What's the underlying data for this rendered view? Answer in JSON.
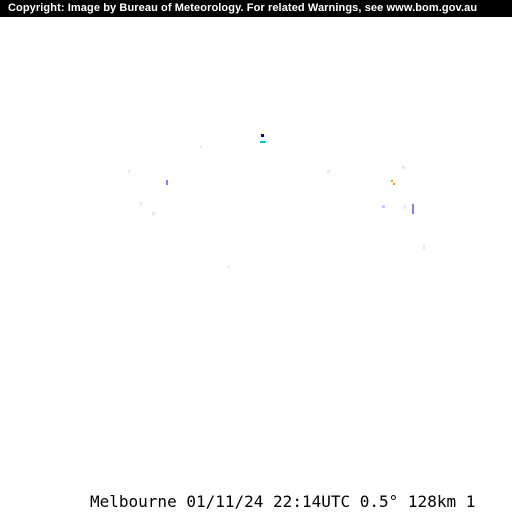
{
  "header": {
    "copyright": "Copyright: Image by Bureau of Meteorology. For related Warnings, see www.bom.gov.au"
  },
  "caption": {
    "station": "Melbourne",
    "date": "01/11/24",
    "time": "22:14UTC",
    "elevation": "0.5°",
    "range": "128km",
    "index": "1"
  },
  "colors": {
    "light_echo": "#c8c8ff",
    "medium_echo": "#8080ff",
    "dark_echo": "#0000c0",
    "cyan_echo": "#00c8c8",
    "orange_echo": "#ff9600",
    "faint_echo": "#e6e6f5"
  }
}
